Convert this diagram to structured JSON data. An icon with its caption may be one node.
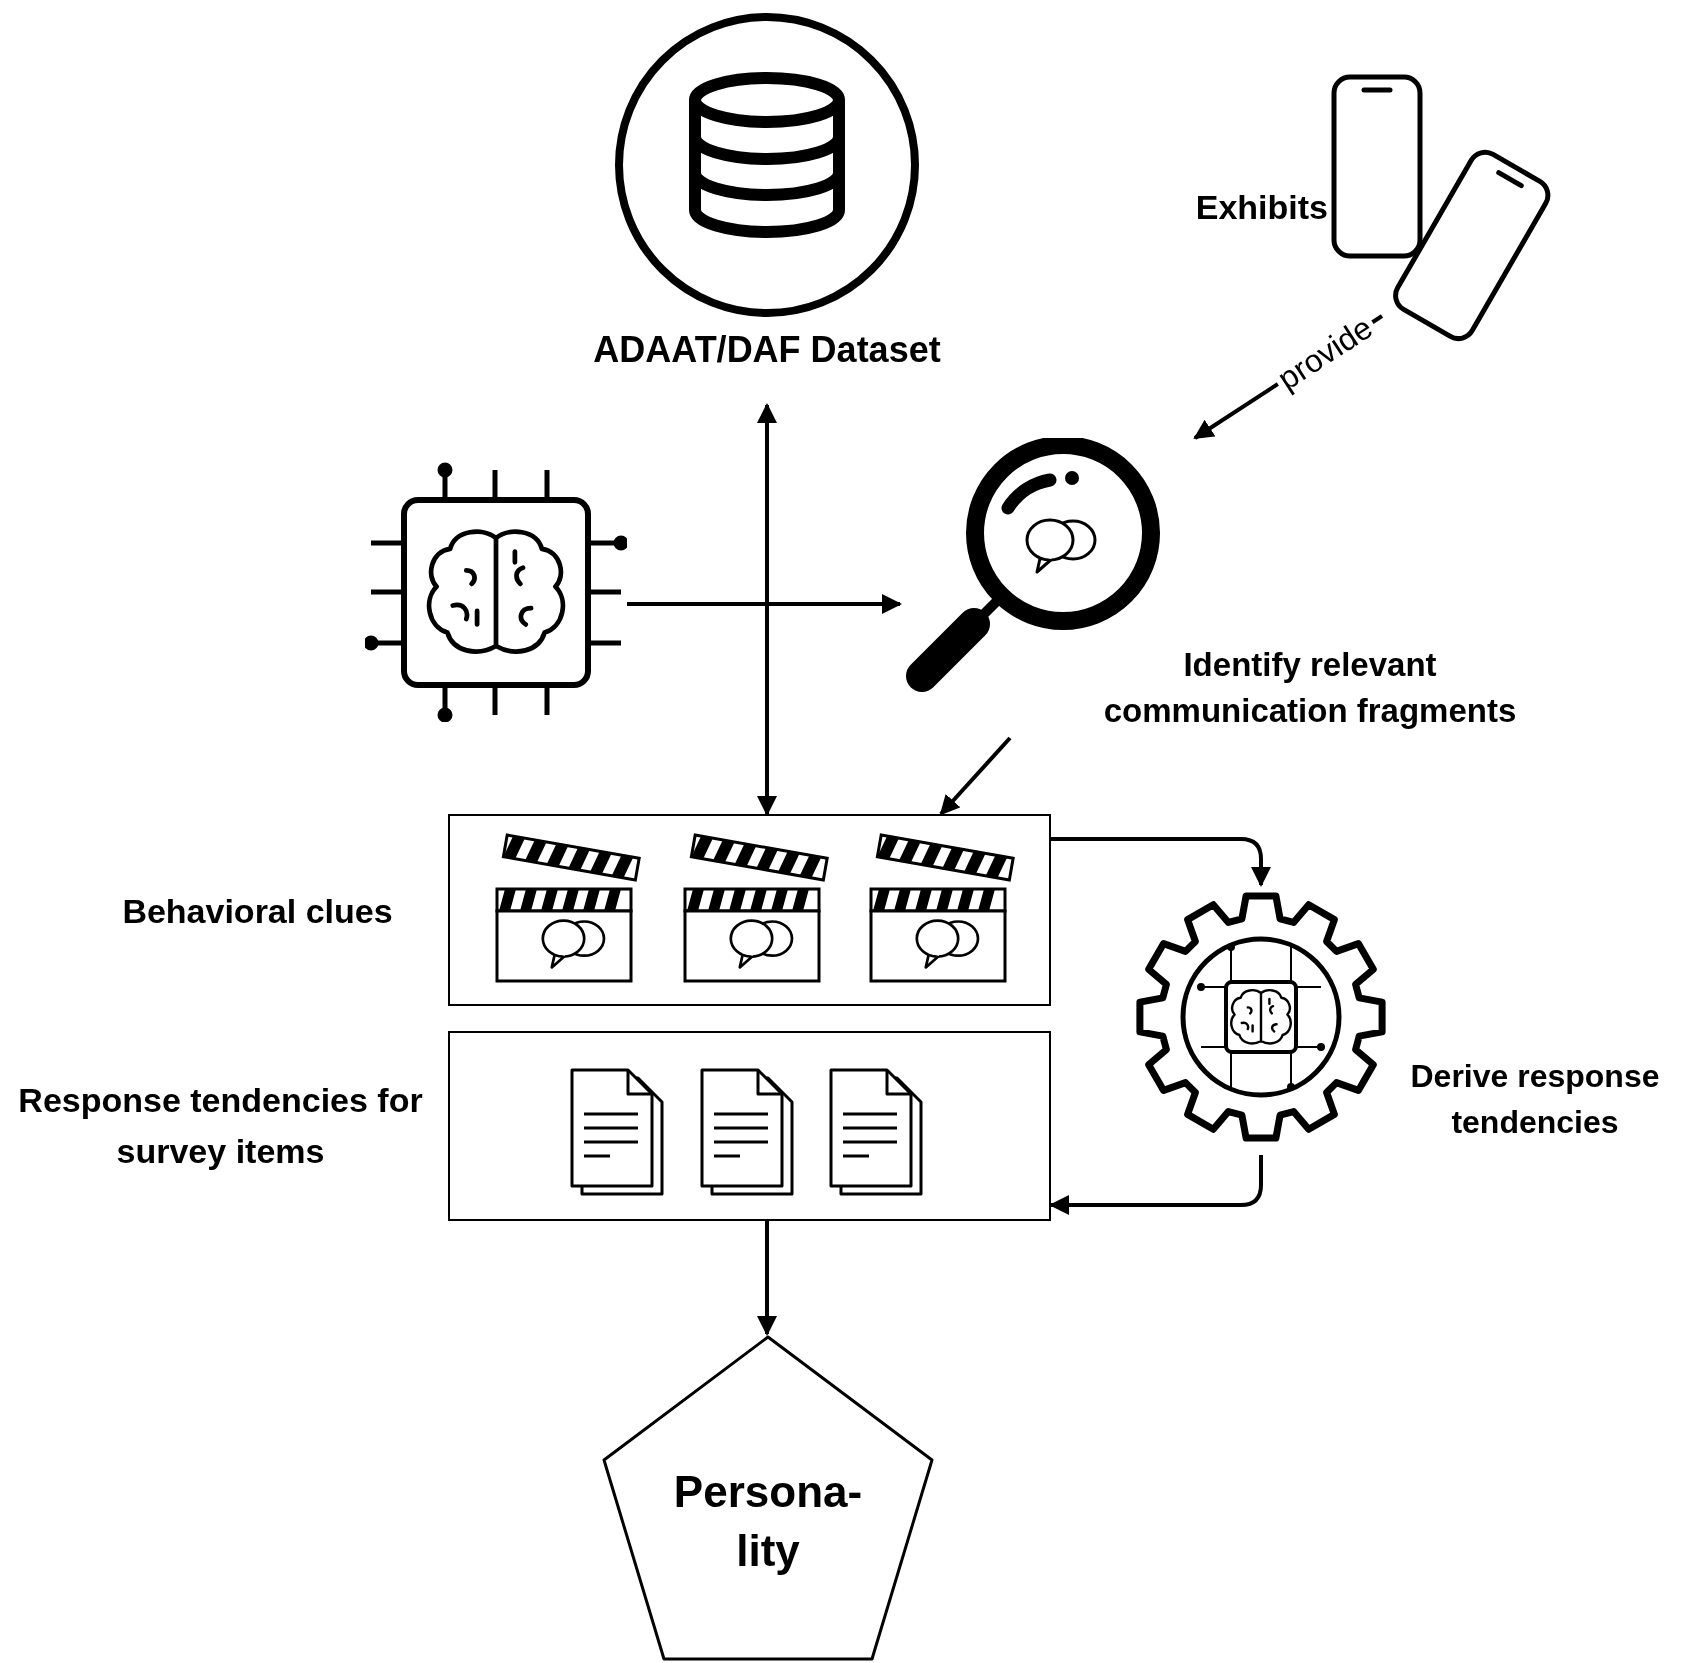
{
  "diagram": {
    "nodes": [
      {
        "text": [
          "ADAAT/DAF Dataset"
        ]
      },
      {
        "text": [
          "Exhibits"
        ]
      },
      {
        "text": [
          "Identify relevant communication fragments"
        ]
      },
      {
        "text": [],
        "shape": "picture"
      },
      {
        "text": [
          "Behavioral clues"
        ]
      },
      {
        "text": [
          "Response tendencies for survey items"
        ]
      },
      {
        "text": [
          "Derive response tendencies"
        ]
      },
      {
        "text": [
          "Persona-lity"
        ]
      }
    ],
    "edges": [
      {
        "from": 0,
        "to": 4,
        "arrow": "both"
      },
      {
        "from": 3,
        "to": 2,
        "arrow": "to"
      },
      {
        "from": 1,
        "to": 2,
        "arrow": "to",
        "label": "provide"
      },
      {
        "from": 2,
        "to": 4,
        "arrow": "to"
      },
      {
        "from": 4,
        "to": 6,
        "arrow": "to"
      },
      {
        "from": 6,
        "to": 5,
        "arrow": "to"
      },
      {
        "from": 5,
        "to": 7,
        "arrow": "to"
      }
    ]
  }
}
